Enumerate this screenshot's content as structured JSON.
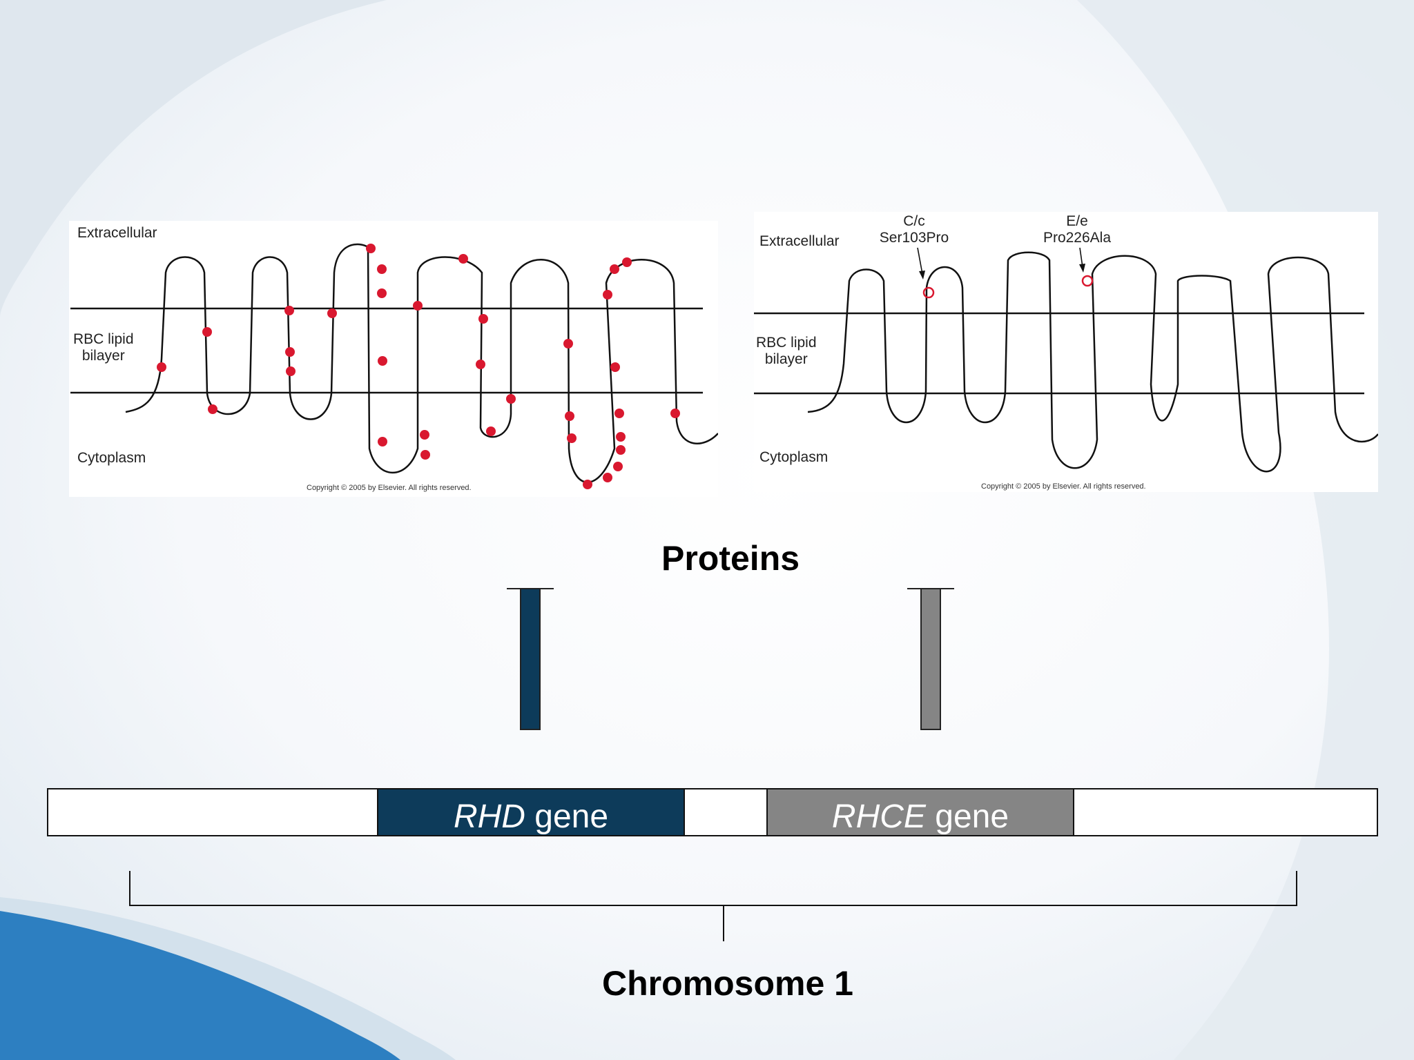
{
  "left_panel": {
    "extracellular_label": "Extracellular",
    "bilayer_label_line1": "RBC  lipid",
    "bilayer_label_line2": "bilayer",
    "cytoplasm_label": "Cytoplasm",
    "copyright": "Copyright © 2005 by Elsevier. All rights reserved."
  },
  "right_panel": {
    "extracellular_label": "Extracellular",
    "bilayer_label_line1": "RBC  lipid",
    "bilayer_label_line2": "bilayer",
    "cytoplasm_label": "Cytoplasm",
    "annotation_cc_line1": "C/c",
    "annotation_cc_line2": "Ser103Pro",
    "annotation_ee_line1": "E/e",
    "annotation_ee_line2": "Pro226Ala",
    "copyright": "Copyright © 2005 by Elsevier. All rights reserved."
  },
  "proteins_title": "Proteins",
  "genes": {
    "rhd_name": "RHD",
    "rhd_suffix": " gene",
    "rhce_name": "RHCE",
    "rhce_suffix": " gene"
  },
  "chromosome_title": "Chromosome 1",
  "colors": {
    "rhd": "#0d3b5a",
    "rhce": "#858585",
    "marker": "#d9182f",
    "background_blue": "#2d7fc1"
  }
}
